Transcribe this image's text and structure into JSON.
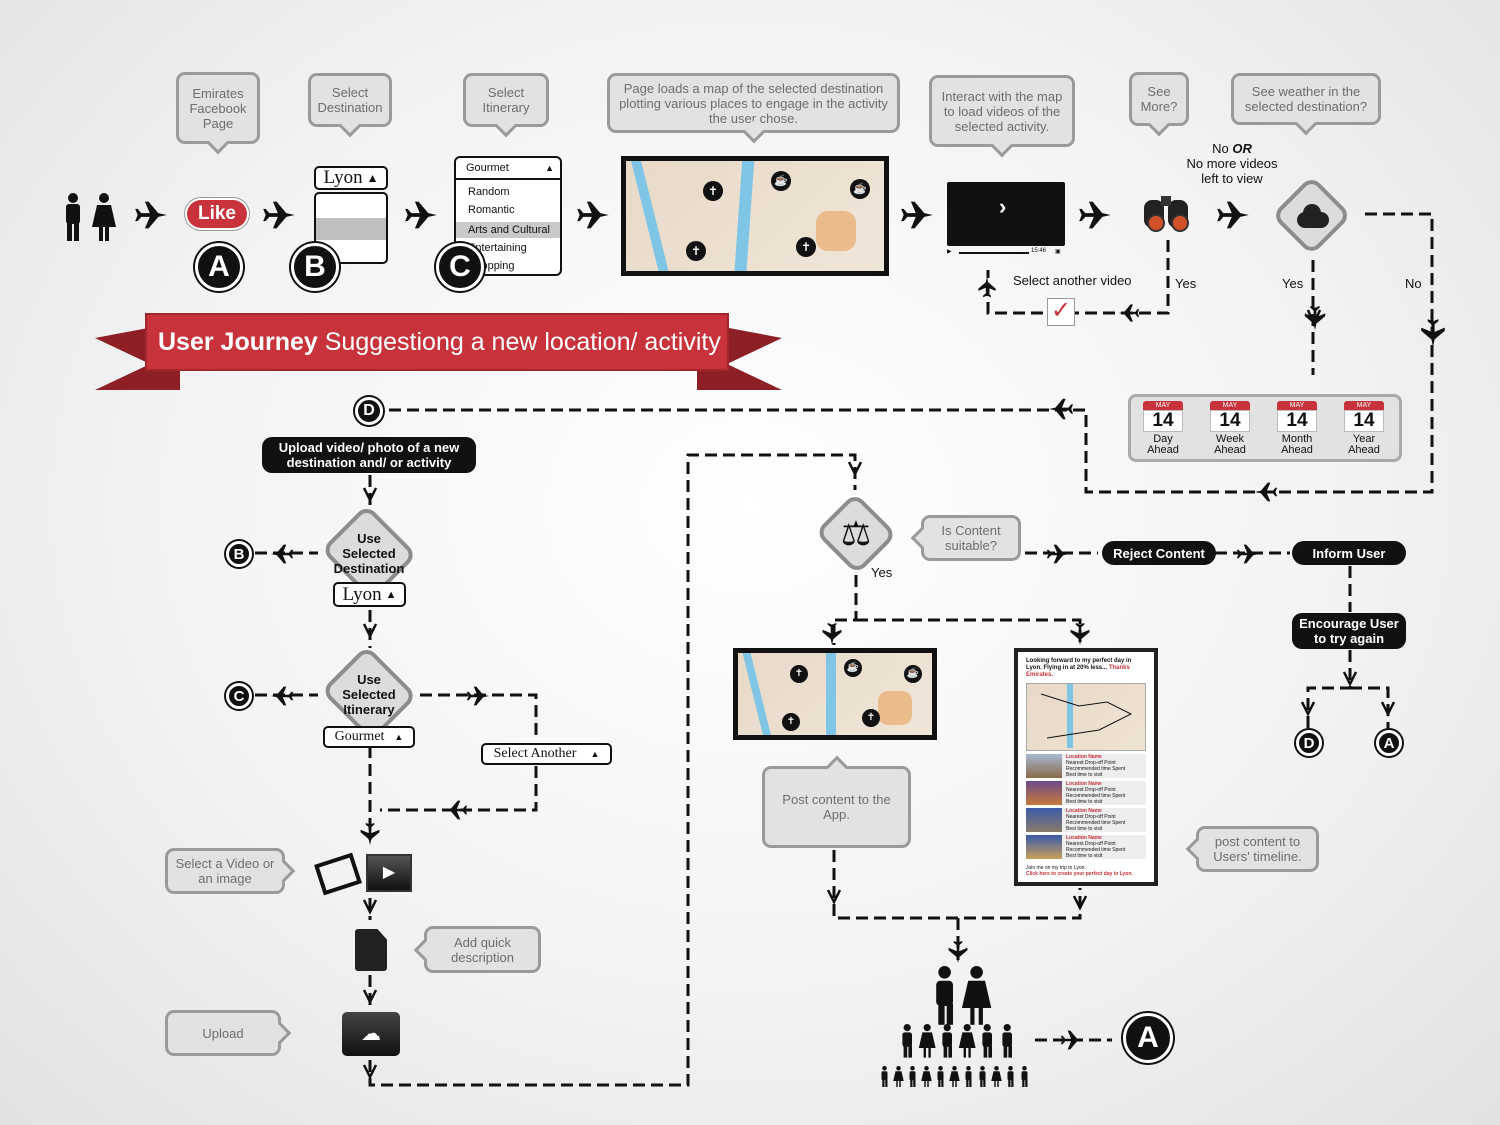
{
  "header": {
    "title_bold": "User Journey",
    "title_rest": "Suggestiong a new location/ activity"
  },
  "top_bubbles": {
    "facebook": "Emirates Facebook Page",
    "destination": "Select Destination",
    "itinerary": "Select Itinerary",
    "map_load": "Page loads a map of the selected destination plotting various places to engage in the activity the user chose.",
    "interact": "Interact with the map to load videos of the selected activity.",
    "see_more": "See More?",
    "weather": "See weather in the selected destination?"
  },
  "like_button": "Like",
  "markers": {
    "a": "A",
    "b": "B",
    "c": "C",
    "d": "D"
  },
  "destination_dropdown": "Lyon",
  "itinerary_menu": {
    "selected": "Gourmet",
    "options": [
      "Random",
      "Romantic",
      "Arts and Cultural",
      "Entertaining",
      "Shopping"
    ]
  },
  "video_player": {
    "time": "15:46"
  },
  "select_another_video": "Select another video",
  "no_more_videos": {
    "line1_prefix": "No",
    "line1_or": "OR",
    "line2": "No more videos",
    "line3": "left to view"
  },
  "answers": {
    "yes": "Yes",
    "no": "No"
  },
  "weather_calendar": [
    {
      "month": "MAY",
      "day": "14",
      "label1": "Day",
      "label2": "Ahead"
    },
    {
      "month": "MAY",
      "day": "14",
      "label1": "Week",
      "label2": "Ahead"
    },
    {
      "month": "MAY",
      "day": "14",
      "label1": "Month",
      "label2": "Ahead"
    },
    {
      "month": "MAY",
      "day": "14",
      "label1": "Year",
      "label2": "Ahead"
    }
  ],
  "upload_step": "Upload video/ photo of a new destination and/ or activity",
  "use_destination": "Use Selected Destination",
  "use_itinerary": "Use Selected Itinerary",
  "gourmet_dropdown": "Gourmet",
  "select_another": "Select Another",
  "select_video_bubble": "Select a Video or an image",
  "quick_description_bubble": "Add quick description",
  "upload_bubble": "Upload",
  "moderation": {
    "question": "Is Content suitable?",
    "reject": "Reject Content",
    "inform": "Inform User",
    "encourage": "Encourage User to try again"
  },
  "post_app_bubble": "Post content to the App.",
  "post_timeline_bubble": "post content to Users' timeline.",
  "timeline_post": {
    "intro": "Looking forward to my perfect day in Lyon. Flying in at 20% less...",
    "thanks": "Thanks Emirates.",
    "entries": [
      {
        "name": "Location Name",
        "details": [
          "Nearest Drop-off Point",
          "Recommended time Spent",
          "Best time to visit"
        ]
      },
      {
        "name": "Location Name",
        "details": [
          "Nearest Drop-off Point",
          "Recommended time Spent",
          "Best time to visit"
        ]
      },
      {
        "name": "Location Name",
        "details": [
          "Nearest Drop-off Point",
          "Recommended time Spent",
          "Best time to visit"
        ]
      },
      {
        "name": "Location Name",
        "details": [
          "Nearest Drop-off Point",
          "Recommended time Spent",
          "Best time to visit"
        ]
      }
    ],
    "footer1": "Join me on my trip to Lyon.",
    "footer2": "Click here to create your perfect day in Lyon."
  },
  "colors": {
    "accent_red": "#c8323a",
    "dark": "#111111",
    "bubble_border": "#9a9a9a",
    "bubble_fill": "#e2e2e2",
    "river": "#7fc6e6"
  }
}
